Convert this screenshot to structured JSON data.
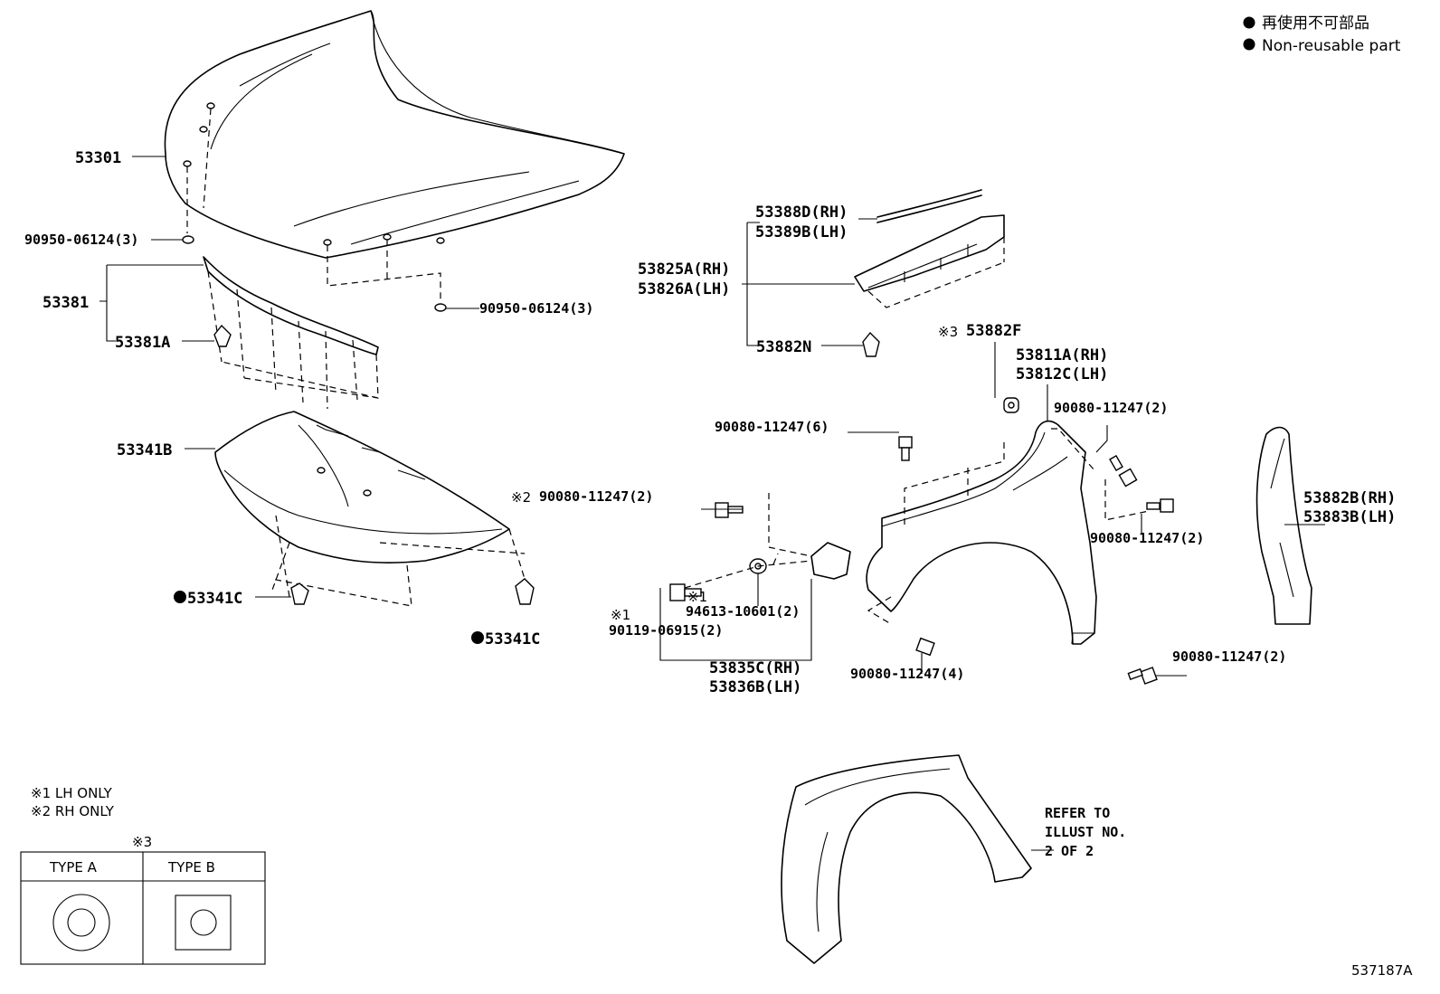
{
  "legend": {
    "jp": "再使用不可部品",
    "en": "Non-reusable part",
    "dot_color": "#000000"
  },
  "labels": {
    "hood": "53301",
    "hood_grommet": "90950-06124(3)",
    "hood_grommet_2": "90950-06124(3)",
    "seal": "53381",
    "seal_clip": "53381A",
    "insulator": "53341B",
    "insulator_clip_1": "53341C",
    "insulator_clip_2": "53341C",
    "cowl_seal_rh": "53388D(RH)",
    "cowl_seal_lh": "53389B(LH)",
    "cowl_bracket_rh": "53825A(RH)",
    "cowl_bracket_lh": "53826A(LH)",
    "cowl_clip": "53882N",
    "fender_cushion": "53882F",
    "fender_rh": "53811A(RH)",
    "fender_lh": "53812C(LH)",
    "bolt_top_right": "90080-11247(2)",
    "bolt_top": "90080-11247(6)",
    "bolt_rh_only": "90080-11247(2)",
    "bolt_right_mid": "90080-11247(2)",
    "washer": "94613-10601(2)",
    "bolt_lh_only": "90119-06915(2)",
    "bolt_bottom": "90080-11247(4)",
    "bolt_bottom_right": "90080-11247(2)",
    "bracket_rh": "53835C(RH)",
    "bracket_lh": "53836B(LH)",
    "protector_rh": "53882B(RH)",
    "protector_lh": "53883B(LH)",
    "refer_1": "REFER TO",
    "refer_2": "ILLUST NO.",
    "refer_3": "2 OF 2",
    "ref_mark_1": "※1",
    "ref_mark_2": "※2",
    "ref_mark_3": "※3",
    "ref_mark_1b": "※1",
    "illust_no": "537187A"
  },
  "notes": {
    "lh_only": "※1 LH ONLY",
    "rh_only": "※2 RH ONLY",
    "table_mark": "※3",
    "type_a": "TYPE A",
    "type_b": "TYPE B"
  }
}
